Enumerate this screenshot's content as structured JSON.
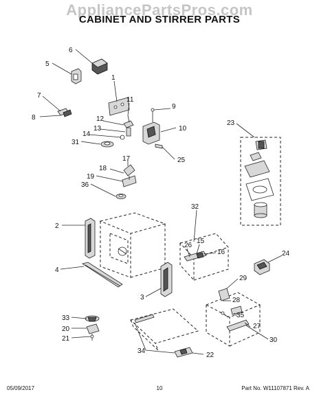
{
  "watermark": "AppliancePartsPros.com",
  "title": "CABINET AND STIRRER PARTS",
  "footer": {
    "date": "05/09/2017",
    "page": "10",
    "part_rev": "Part No. W11107871  Rev. A"
  },
  "callouts": [
    {
      "id": "c6",
      "label": "6"
    },
    {
      "id": "c5",
      "label": "5"
    },
    {
      "id": "c1",
      "label": "1"
    },
    {
      "id": "c7",
      "label": "7"
    },
    {
      "id": "c11",
      "label": "11"
    },
    {
      "id": "c9",
      "label": "9"
    },
    {
      "id": "c8",
      "label": "8"
    },
    {
      "id": "c12",
      "label": "12"
    },
    {
      "id": "c10",
      "label": "10"
    },
    {
      "id": "c13",
      "label": "13"
    },
    {
      "id": "c14",
      "label": "14"
    },
    {
      "id": "c31",
      "label": "31"
    },
    {
      "id": "c23",
      "label": "23"
    },
    {
      "id": "c25",
      "label": "25"
    },
    {
      "id": "c17",
      "label": "17"
    },
    {
      "id": "c18",
      "label": "18"
    },
    {
      "id": "c19",
      "label": "19"
    },
    {
      "id": "c36",
      "label": "36"
    },
    {
      "id": "c32",
      "label": "32"
    },
    {
      "id": "c2",
      "label": "2"
    },
    {
      "id": "c15",
      "label": "15"
    },
    {
      "id": "c26",
      "label": "26"
    },
    {
      "id": "c16",
      "label": "16"
    },
    {
      "id": "c4",
      "label": "4"
    },
    {
      "id": "c24",
      "label": "24"
    },
    {
      "id": "c29",
      "label": "29"
    },
    {
      "id": "c3",
      "label": "3"
    },
    {
      "id": "c28",
      "label": "28"
    },
    {
      "id": "c33",
      "label": "33"
    },
    {
      "id": "c35",
      "label": "35"
    },
    {
      "id": "c27",
      "label": "27"
    },
    {
      "id": "c20",
      "label": "20"
    },
    {
      "id": "c21",
      "label": "21"
    },
    {
      "id": "c30",
      "label": "30"
    },
    {
      "id": "c34",
      "label": "34"
    },
    {
      "id": "c22",
      "label": "22"
    }
  ]
}
